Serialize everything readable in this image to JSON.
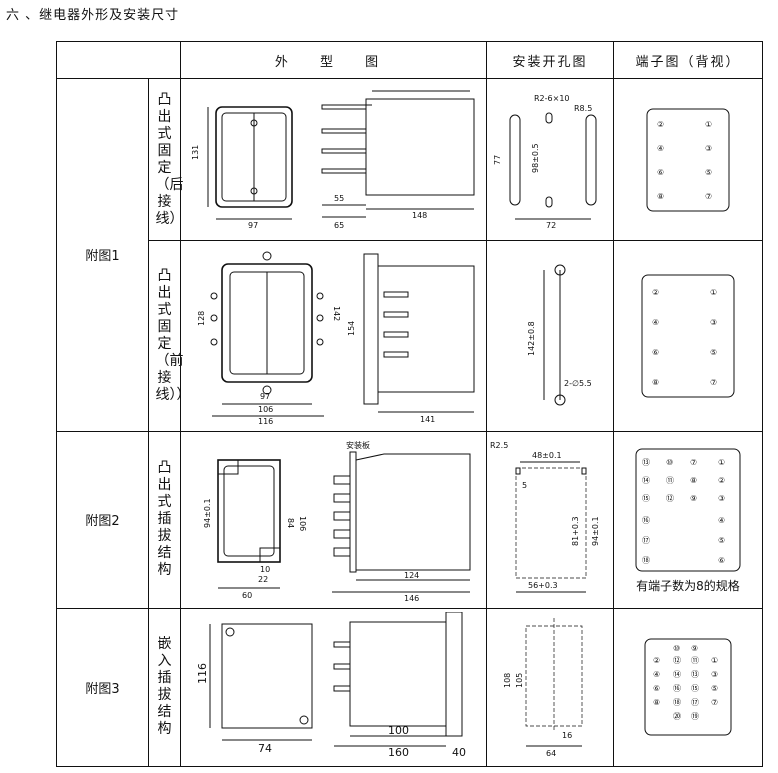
{
  "title": "六 、继电器外形及安装尺寸",
  "headers": {
    "appearance": "外 型 图",
    "panel_cut": "安装开孔图",
    "terminal": "端子图（背视）"
  },
  "groups": [
    {
      "label": "附图1",
      "rows": [
        {
          "sub": "凸出式固定（后接线）",
          "dims": {
            "w": "97",
            "h": "131",
            "d1": "65",
            "d2": "55",
            "d3": "148",
            "cut_h": "77",
            "cut_v": "98±0.5",
            "cut_w": "72",
            "cut_r1": "R2-6×10",
            "cut_r2": "R8.5"
          },
          "terms": [
            "②",
            "①",
            "④",
            "③",
            "⑥",
            "⑤",
            "⑧",
            "⑦"
          ]
        },
        {
          "sub": "凸出式固定（前接线））",
          "dims": {
            "w1": "97",
            "w2": "106",
            "w3": "116",
            "h1": "128",
            "h2": "142",
            "h3": "154",
            "d": "141",
            "cut_v": "142±0.8",
            "cut_hole": "2-∅5.5"
          },
          "terms": [
            "②",
            "①",
            "④",
            "③",
            "⑥",
            "⑤",
            "⑧",
            "⑦"
          ]
        }
      ]
    },
    {
      "label": "附图2",
      "rows": [
        {
          "sub": "凸出式插拔结构",
          "dims": {
            "h1": "94±0.1",
            "h2": "84",
            "h3": "106",
            "w1": "10",
            "w2": "22",
            "w3": "60",
            "plate": "安装板",
            "d1": "124",
            "d2": "146",
            "cut_r": "R2.5",
            "cut_top": "48±0.1",
            "cut_5": "5",
            "cut_v1": "81+0.3",
            "cut_v2": "94±0.1",
            "cut_w": "56+0.3"
          },
          "terms": [
            "⑬",
            "⑩",
            "⑦",
            "①",
            "⑭",
            "⑪",
            "⑧",
            "②",
            "⑮",
            "⑫",
            "⑨",
            "③",
            "⑯",
            "④",
            "⑰",
            "⑤",
            "⑱",
            "⑥"
          ],
          "note": "有端子数为8的规格"
        }
      ]
    },
    {
      "label": "附图3",
      "rows": [
        {
          "sub": "嵌入插拔结构",
          "dims": {
            "h": "116",
            "w": "74",
            "d1": "100",
            "d2": "160",
            "d3": "40",
            "cut_h1": "108",
            "cut_h2": "105",
            "cut_w1": "16",
            "cut_w2": "64"
          },
          "terms": [
            "⑩",
            "⑨",
            "②",
            "⑫",
            "⑪",
            "①",
            "④",
            "⑭",
            "⑬",
            "③",
            "⑥",
            "⑯",
            "⑮",
            "⑤",
            "⑧",
            "⑱",
            "⑰",
            "⑦",
            "⑳",
            "⑲"
          ]
        }
      ]
    }
  ]
}
